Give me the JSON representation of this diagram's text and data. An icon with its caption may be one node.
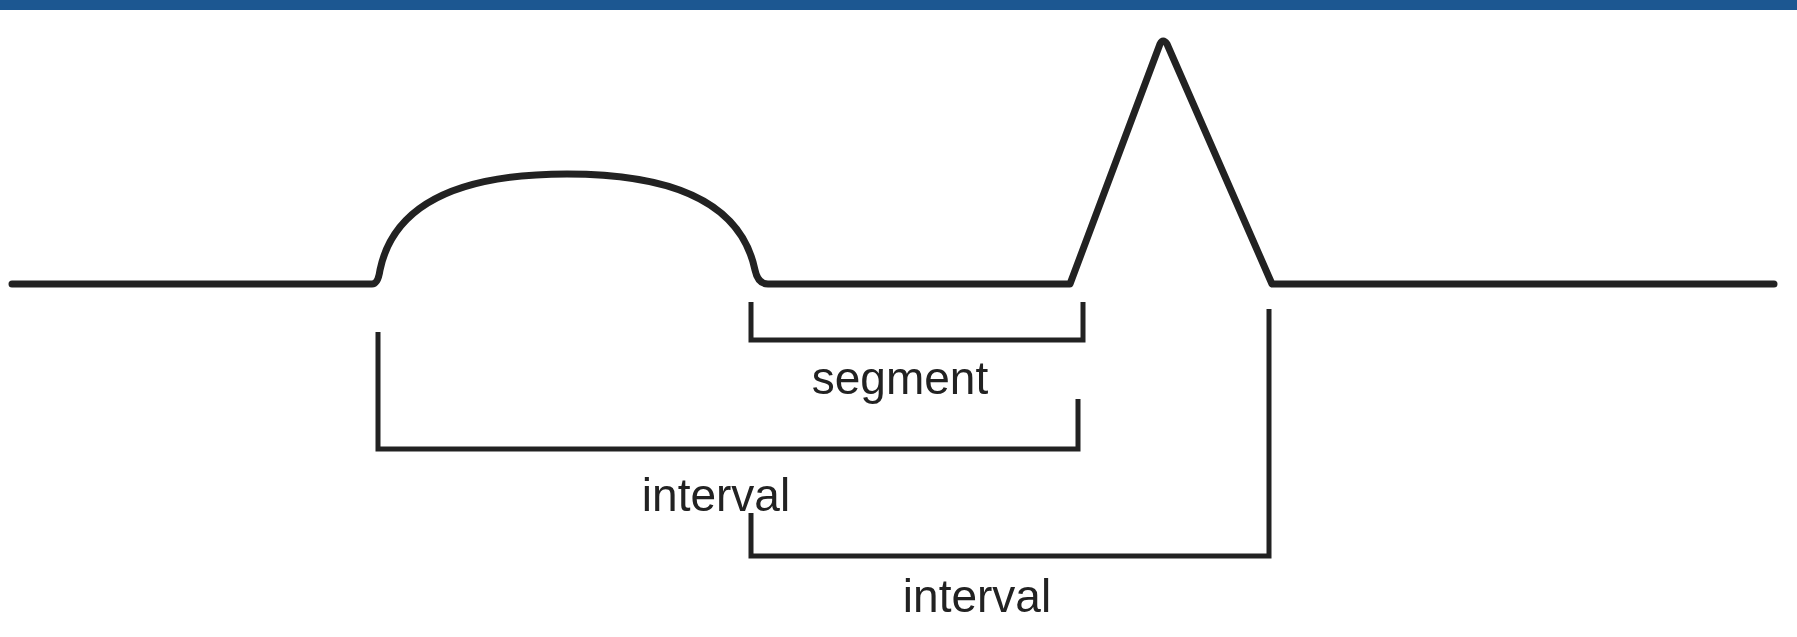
{
  "diagram": {
    "labels": [
      "segment",
      "interval",
      "interval"
    ]
  }
}
